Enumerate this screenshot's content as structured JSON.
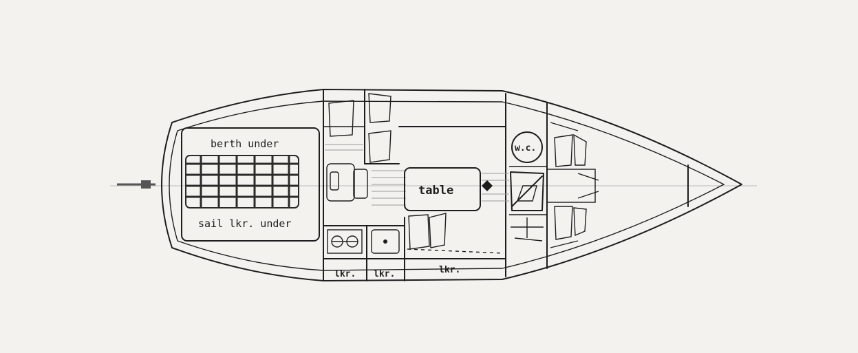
{
  "labels": {
    "berth": "berth under",
    "sail_locker": "sail lkr. under",
    "table": "table",
    "wc": "w.c.",
    "locker": "lkr."
  },
  "colors": {
    "background": "#f3f2ef",
    "ink": "#1d1d1d"
  }
}
